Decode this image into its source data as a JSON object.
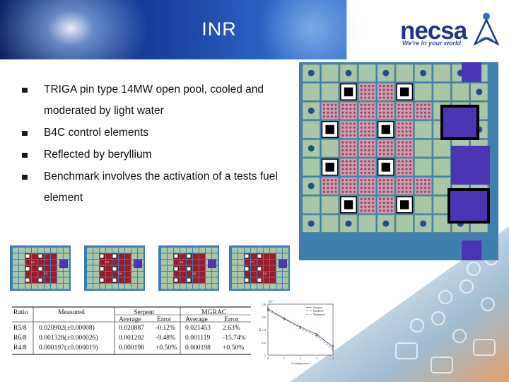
{
  "slide": {
    "title": "INR",
    "logo": {
      "name": "necsa",
      "tagline": "We're in your world"
    },
    "bullets": [
      "TRIGA  pin type 14MW open pool, cooled and moderated by light water",
      "B4C control elements",
      "Reflected by beryllium",
      "Benchmark involves the activation of a tests fuel element"
    ],
    "thumbnails": [
      {
        "labels": [
          "C1",
          "C2"
        ]
      },
      {
        "labels": [
          "C3",
          "C4"
        ]
      },
      {
        "labels": [
          "C5",
          "C6"
        ]
      },
      {
        "labels": [
          "C7",
          "C8"
        ]
      }
    ],
    "table": {
      "headers": {
        "ratio": "Ratio",
        "measured": "Measured",
        "serpent": "Serpent",
        "mgrac": "MGRAC",
        "average": "Average",
        "error": "Error"
      },
      "rows": [
        {
          "label": "R5/8",
          "measured": "0.020902(±0.00008)",
          "s_avg": "0.020887",
          "s_err": "-0.12%",
          "m_avg": "0.021453",
          "m_err": "2.63%"
        },
        {
          "label": "R6/8",
          "measured": "0.001328(±0.000026)",
          "s_avg": "0.001202",
          "s_err": "-9.48%",
          "m_avg": "0.001119",
          "m_err": "-15.74%"
        },
        {
          "label": "R4/8",
          "measured": "0.000197(±0.000019)",
          "s_avg": "0.000198",
          "s_err": "+0.50%",
          "m_avg": "0.000198",
          "m_err": "+0.50%"
        }
      ]
    },
    "plot": {
      "exponent": "10⁻³",
      "xlabel": "Configuration",
      "ylabel": "Rₙ",
      "yticks": [
        "2.8",
        "2.6",
        "2.4",
        "2.2",
        "2"
      ],
      "xticks": [
        "0",
        "1",
        "2",
        "3",
        "4"
      ],
      "legend": [
        "Serpent",
        "MGRAC",
        "Measured"
      ],
      "series": [
        {
          "name": "Serpent",
          "x": [
            0,
            1,
            2,
            3,
            4
          ],
          "y": [
            2.72,
            2.58,
            2.44,
            2.33,
            2.12
          ]
        },
        {
          "name": "MGRAC",
          "x": [
            0,
            1,
            2,
            3,
            4
          ],
          "y": [
            2.7,
            2.57,
            2.42,
            2.3,
            2.08
          ]
        },
        {
          "name": "Measured",
          "x": [
            0,
            1,
            2,
            3,
            4
          ],
          "y": [
            2.74,
            2.56,
            2.45,
            2.32,
            2.15
          ]
        }
      ]
    },
    "colors": {
      "header_dark": "#0a1f63",
      "logo": "#20367f",
      "core_grid": "#a9c7a6",
      "core_water": "#3f7fb0",
      "control": "#4b35b5",
      "fuel": "#a0405a"
    }
  }
}
